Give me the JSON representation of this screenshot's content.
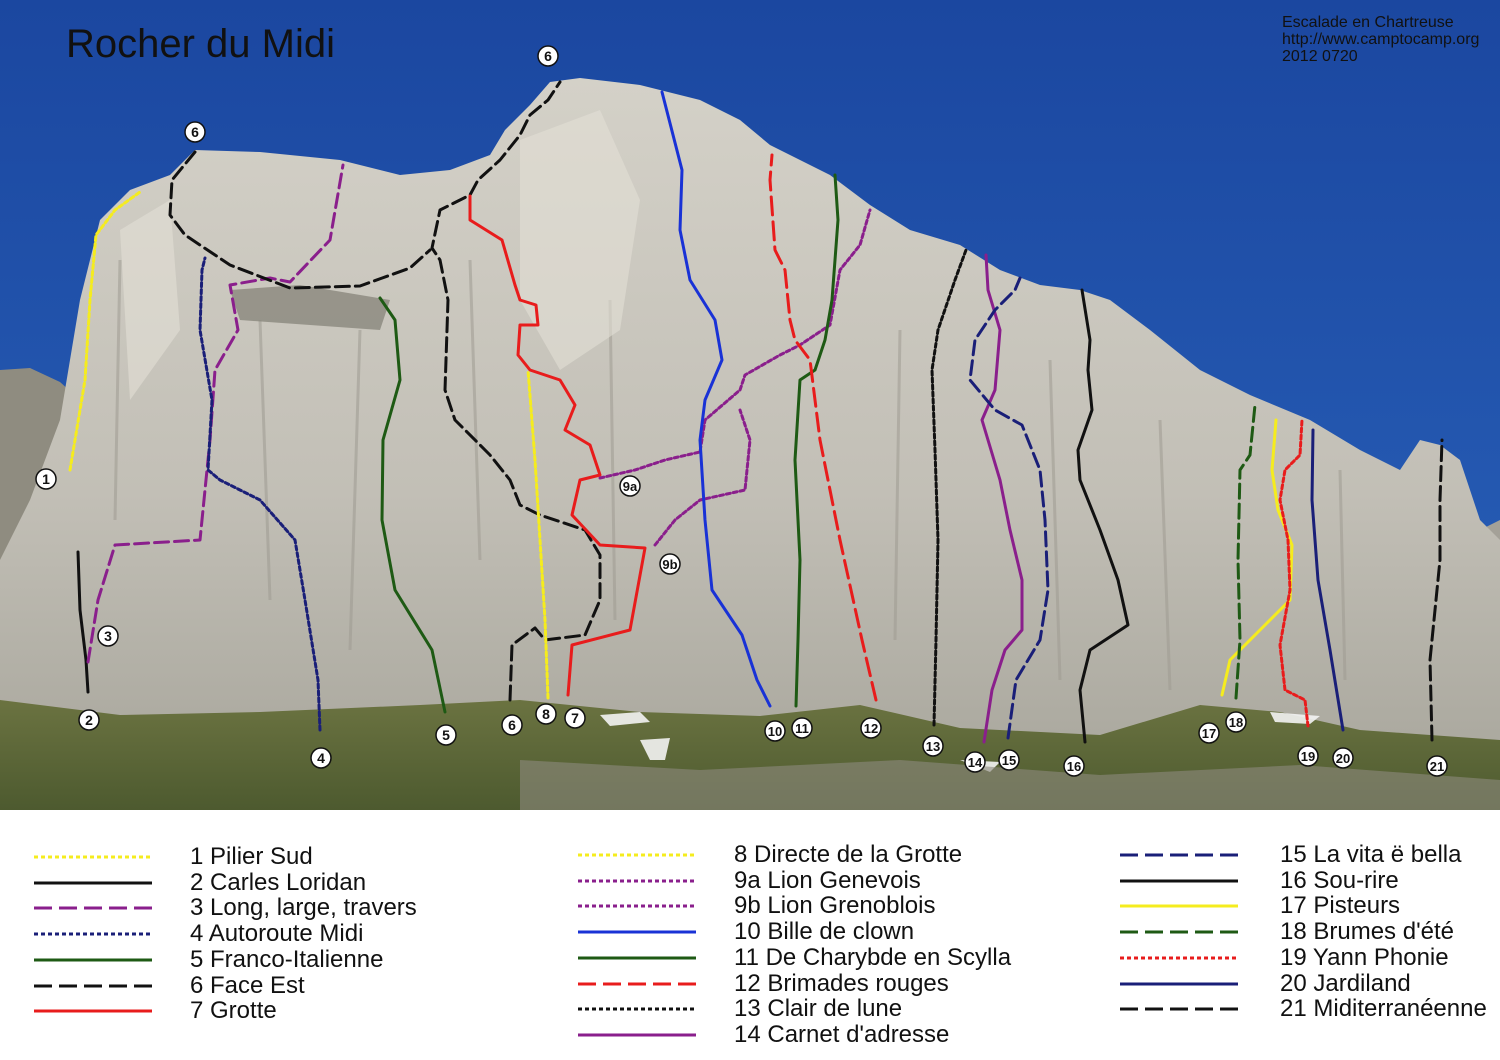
{
  "title": "Rocher du Midi",
  "credits": {
    "line1": "Escalade en Chartreuse",
    "line2": "http://www.camptocamp.org",
    "line3": "2012 0720"
  },
  "colors": {
    "sky": "#1f4fa0",
    "rock": "#c9c6bc",
    "grass": "#5f6a3a",
    "yellow": "#f5ec1e",
    "black": "#111111",
    "purple": "#8a1f8c",
    "navy": "#1a1f78",
    "green": "#1e5a14",
    "red": "#e81c1c",
    "blue": "#1932d6"
  },
  "routes": [
    {
      "id": "1",
      "name": "Pilier Sud",
      "color": "#f5ec1e",
      "style": "dotted"
    },
    {
      "id": "2",
      "name": "Carles Loridan",
      "color": "#111111",
      "style": "solid"
    },
    {
      "id": "3",
      "name": "Long, large,  travers",
      "color": "#8a1f8c",
      "style": "dashed"
    },
    {
      "id": "4",
      "name": "Autoroute Midi",
      "color": "#1a1f78",
      "style": "dotted"
    },
    {
      "id": "5",
      "name": "Franco-Italienne",
      "color": "#1e5a14",
      "style": "solid"
    },
    {
      "id": "6",
      "name": "Face Est",
      "color": "#111111",
      "style": "dashed"
    },
    {
      "id": "7",
      "name": "Grotte",
      "color": "#e81c1c",
      "style": "solid"
    },
    {
      "id": "8",
      "name": "Directe de la Grotte",
      "color": "#f5ec1e",
      "style": "dotted"
    },
    {
      "id": "9a",
      "name": "Lion Genevois",
      "color": "#8a1f8c",
      "style": "dotted"
    },
    {
      "id": "9b",
      "name": "Lion Grenoblois",
      "color": "#8a1f8c",
      "style": "dotted"
    },
    {
      "id": "10",
      "name": "Bille de clown",
      "color": "#1932d6",
      "style": "solid"
    },
    {
      "id": "11",
      "name": "De Charybde en Scylla",
      "color": "#1e5a14",
      "style": "solid"
    },
    {
      "id": "12",
      "name": "Brimades rouges",
      "color": "#e81c1c",
      "style": "dashed"
    },
    {
      "id": "13",
      "name": "Clair de lune",
      "color": "#111111",
      "style": "dotted"
    },
    {
      "id": "14",
      "name": "Carnet d'adresse",
      "color": "#8a1f8c",
      "style": "solid"
    },
    {
      "id": "15",
      "name": "La vita ë bella",
      "color": "#1a1f78",
      "style": "dashed"
    },
    {
      "id": "16",
      "name": "Sou-rire",
      "color": "#111111",
      "style": "solid"
    },
    {
      "id": "17",
      "name": "Pisteurs",
      "color": "#f5ec1e",
      "style": "solid"
    },
    {
      "id": "18",
      "name": "Brumes d'été",
      "color": "#1e5a14",
      "style": "dashed"
    },
    {
      "id": "19",
      "name": "Yann Phonie",
      "color": "#e81c1c",
      "style": "dotted"
    },
    {
      "id": "20",
      "name": "Jardiland",
      "color": "#1a1f78",
      "style": "solid"
    },
    {
      "id": "21",
      "name": "Miditerranéenne",
      "color": "#111111",
      "style": "dashed"
    }
  ],
  "legend_text": {
    "1": "1 Pilier Sud",
    "2": "2 Carles Loridan",
    "3": "3 Long, large,  travers",
    "4": "4 Autoroute Midi",
    "5": "5 Franco-Italienne",
    "6": "6 Face Est",
    "7": "7 Grotte",
    "8": "8   Directe de la Grotte",
    "9a": "9a Lion Genevois",
    "9b": "9b Lion Grenoblois",
    "10": "10 Bille de clown",
    "11": "11 De Charybde en Scylla",
    "12": "12 Brimades rouges",
    "13": "13 Clair de lune",
    "14": "14 Carnet d'adresse",
    "15": "15 La vita ë bella",
    "16": "16 Sou-rire",
    "17": "17 Pisteurs",
    "18": "18 Brumes d'été",
    "19": "19 Yann Phonie",
    "20": "20 Jardiland",
    "21": "21 Miditerranéenne"
  },
  "labels": {
    "m1": "1",
    "m2": "2",
    "m3": "3",
    "m4": "4",
    "m5": "5",
    "m6a": "6",
    "m6b": "6",
    "m6c": "6",
    "m7": "7",
    "m8": "8",
    "m9a": "9a",
    "m9b": "9b",
    "m10": "10",
    "m11": "11",
    "m12": "12",
    "m13": "13",
    "m14": "14",
    "m15": "15",
    "m16": "16",
    "m17": "17",
    "m18": "18",
    "m19": "19",
    "m20": "20",
    "m21": "21"
  }
}
